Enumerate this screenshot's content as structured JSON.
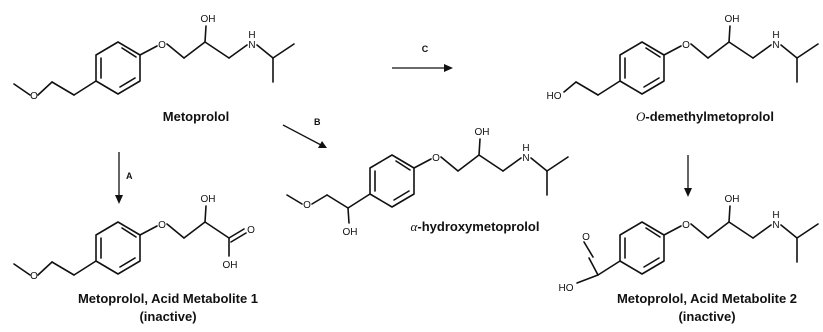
{
  "compounds": {
    "metoprolol": {
      "name": "Metoprolol"
    },
    "odemethyl": {
      "name_italic": "O",
      "name_rest": "-demethylmetoprolol"
    },
    "alphahydroxy": {
      "name_greek": "α",
      "name_rest": "-hydroxymetoprolol"
    },
    "acid1": {
      "name": "Metoprolol, Acid Metabolite 1",
      "note": "(inactive)"
    },
    "acid2": {
      "name": "Metoprolol, Acid Metabolite 2",
      "note": "(inactive)"
    }
  },
  "steps": {
    "a": "A",
    "b": "B",
    "c": "C"
  },
  "atoms": {
    "oh": "OH",
    "ho": "HO",
    "o": "O",
    "n": "N",
    "h": "H"
  }
}
